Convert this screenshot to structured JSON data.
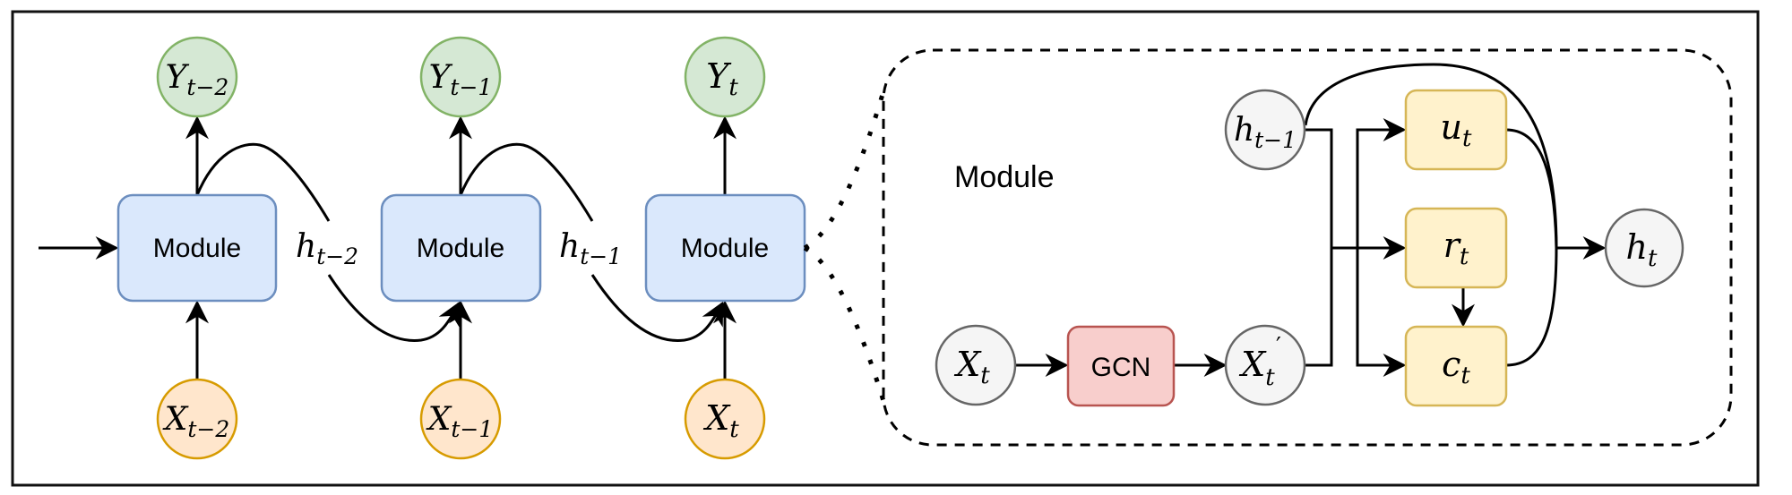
{
  "figure": {
    "colors": {
      "output_fill": "#d5e8d4",
      "output_stroke": "#82b366",
      "input_fill": "#ffe6cc",
      "input_stroke": "#d79b00",
      "module_fill": "#dae8fc",
      "module_stroke": "#6c8ebf",
      "gcn_fill": "#f8cecc",
      "gcn_stroke": "#b85450",
      "gate_fill": "#fff2cc",
      "gate_stroke": "#d6b656",
      "state_fill": "#f5f5f5",
      "state_stroke": "#666666"
    },
    "unrolled": {
      "steps": [
        {
          "module_label": "Module",
          "output": {
            "base": "Y",
            "sub": "t−2"
          },
          "input": {
            "base": "X",
            "sub": "t−2"
          }
        },
        {
          "module_label": "Module",
          "output": {
            "base": "Y",
            "sub": "t−1"
          },
          "input": {
            "base": "X",
            "sub": "t−1"
          }
        },
        {
          "module_label": "Module",
          "output": {
            "base": "Y",
            "sub": "t"
          },
          "input": {
            "base": "X",
            "sub": "t"
          }
        }
      ],
      "hidden_labels": [
        {
          "base": "h",
          "sub": "t−2"
        },
        {
          "base": "h",
          "sub": "t−1"
        }
      ]
    },
    "detail": {
      "title": "Module",
      "prev_hidden": {
        "base": "h",
        "sub": "t−1"
      },
      "input": {
        "base": "X",
        "sub": "t"
      },
      "gcn_label": "GCN",
      "gcn_output": {
        "base": "X",
        "sub": "t",
        "sup": "′"
      },
      "gates": [
        {
          "base": "u",
          "sub": "t"
        },
        {
          "base": "r",
          "sub": "t"
        },
        {
          "base": "c",
          "sub": "t"
        }
      ],
      "output_hidden": {
        "base": "h",
        "sub": "t"
      }
    }
  }
}
